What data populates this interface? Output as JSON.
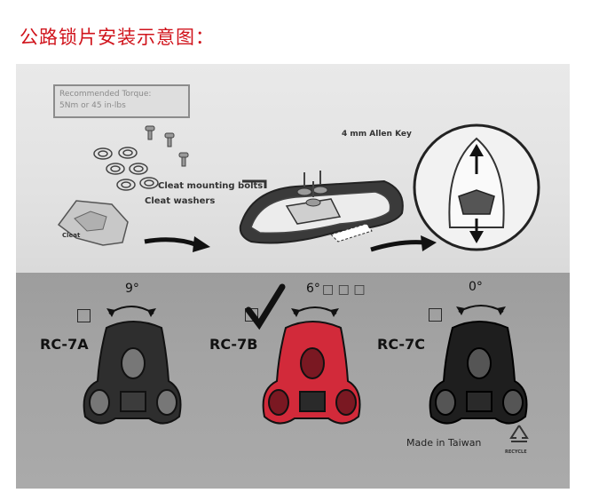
{
  "page_title": "公路锁片安装示意图：",
  "top_text": "Recommended Torque:",
  "torque_line2": "5Nm or 45 in-lbs",
  "labels": {
    "allen_key": "4 mm Allen Key",
    "bolts": "Cleat mounting bolts",
    "washers": "Cleat washers",
    "cleat": "Cleat"
  },
  "models": [
    {
      "name": "RC-7A",
      "degree": "9°",
      "checked": false,
      "color": "#2e2e2e"
    },
    {
      "name": "RC-7B",
      "degree": "6°",
      "checked": true,
      "color": "#d22a3a"
    },
    {
      "name": "RC-7C",
      "degree": "0°",
      "checked": false,
      "color": "#1e1e1e"
    }
  ],
  "glyph_boxes": "□ □ □",
  "footer": {
    "made_in": "Made in Taiwan",
    "recycle": "RECYCLE"
  },
  "icons": [
    "recycle-icon",
    "checkmark-icon",
    "arrow-right-icon",
    "allen-key-icon",
    "float-arrow-icon"
  ]
}
